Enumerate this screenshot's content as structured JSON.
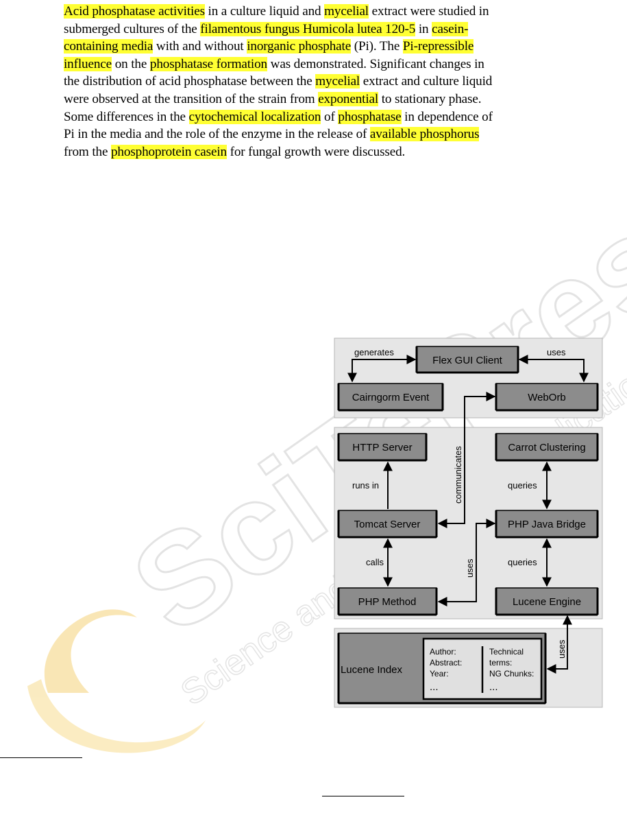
{
  "abstract": {
    "segments": [
      [
        {
          "t": "Acid phosphatase activities",
          "h": true
        },
        {
          "t": " in a culture liquid and ",
          "h": false
        },
        {
          "t": "mycelial",
          "h": true
        },
        {
          "t": " extract were studied in",
          "h": false
        }
      ],
      [
        {
          "t": "submerged cultures of the ",
          "h": false
        },
        {
          "t": "filamentous fungus Humicola lutea 120-5",
          "h": true
        },
        {
          "t": " in ",
          "h": false
        },
        {
          "t": "casein-",
          "h": true
        }
      ],
      [
        {
          "t": "containing media",
          "h": true
        },
        {
          "t": " with and without ",
          "h": false
        },
        {
          "t": "inorganic phosphate",
          "h": true
        },
        {
          "t": " (Pi). The ",
          "h": false
        },
        {
          "t": "Pi-repressible",
          "h": true
        }
      ],
      [
        {
          "t": "influence",
          "h": true
        },
        {
          "t": " on the ",
          "h": false
        },
        {
          "t": "phosphatase formation",
          "h": true
        },
        {
          "t": " was demonstrated. Significant changes in",
          "h": false
        }
      ],
      [
        {
          "t": "the distribution of acid phosphatase between the ",
          "h": false
        },
        {
          "t": "mycelial",
          "h": true
        },
        {
          "t": " extract and culture liquid",
          "h": false
        }
      ],
      [
        {
          "t": "were observed at the transition of the strain from ",
          "h": false
        },
        {
          "t": "exponential",
          "h": true
        },
        {
          "t": " to stationary phase.",
          "h": false
        }
      ],
      [
        {
          "t": "Some differences in the ",
          "h": false
        },
        {
          "t": "cytochemical localization",
          "h": true
        },
        {
          "t": " of ",
          "h": false
        },
        {
          "t": "phosphatase",
          "h": true
        },
        {
          "t": " in dependence of",
          "h": false
        }
      ],
      [
        {
          "t": "Pi in the media and the role of the enzyme in the release of ",
          "h": false
        },
        {
          "t": "available phosphorus",
          "h": true
        }
      ],
      [
        {
          "t": "from the ",
          "h": false
        },
        {
          "t": "phosphoprotein casein",
          "h": true
        },
        {
          "t": " for fungal growth were discussed.",
          "h": false
        }
      ]
    ],
    "highlight_color": "#ffff33"
  },
  "watermark": {
    "text_large": "SciTePress",
    "text_small": "Science and Technology Publications",
    "color": "#c8c8c8",
    "logo_color": "#f5d27a"
  },
  "diagram": {
    "boxes": {
      "flex_gui_client": "Flex GUI Client",
      "cairngorm_event": "Cairngorm Event",
      "weborb": "WebOrb",
      "http_server": "HTTP Server",
      "carrot_clustering": "Carrot Clustering",
      "tomcat_server": "Tomcat Server",
      "php_java_bridge": "PHP Java Bridge",
      "php_method": "PHP Method",
      "lucene_engine": "Lucene Engine",
      "lucene_index": "Lucene Index"
    },
    "edge_labels": {
      "generates": "generates",
      "uses_top": "uses",
      "communicates": "communicates",
      "runs_in": "runs in",
      "queries_top": "queries",
      "calls": "calls",
      "uses_mid": "uses",
      "queries_bottom": "queries",
      "uses_bottom": "uses"
    },
    "index_fields": {
      "left": [
        "Author:",
        "Abstract:",
        "Year:",
        "..."
      ],
      "right": [
        "Technical",
        "terms:",
        "NG Chunks:",
        "..."
      ]
    },
    "colors": {
      "panel": "#e6e6e6",
      "box": "#8c8c8c",
      "inner": "#e0e0e0",
      "line": "#000000"
    }
  }
}
